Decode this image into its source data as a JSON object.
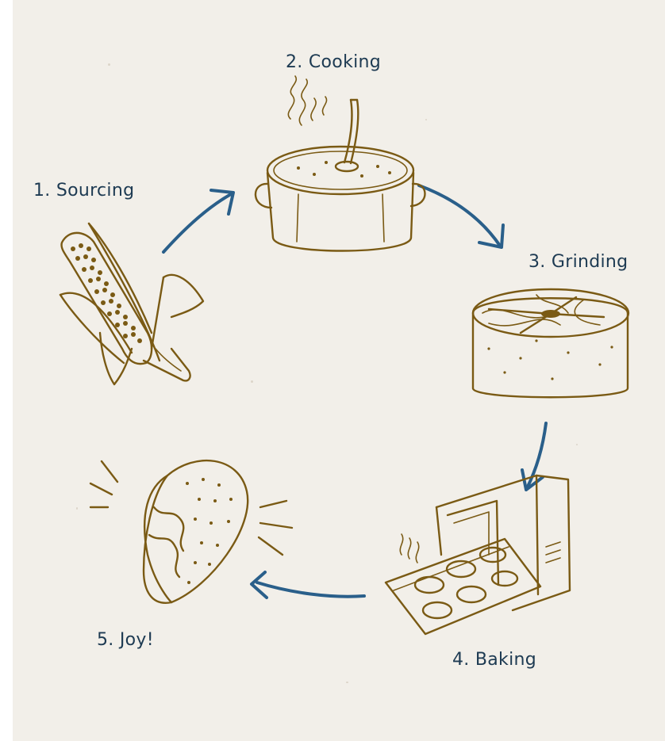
{
  "steps": [
    {
      "label": "1. Sourcing",
      "icon": "corn-icon"
    },
    {
      "label": "2. Cooking",
      "icon": "cooking-pot-icon"
    },
    {
      "label": "3. Grinding",
      "icon": "grinding-stone-icon"
    },
    {
      "label": "4. Baking",
      "icon": "oven-icon"
    },
    {
      "label": "5. Joy!",
      "icon": "taco-icon"
    }
  ],
  "colors": {
    "background": "#f2efe9",
    "illustration": "#7a5a14",
    "arrows": "#2a5f8a",
    "labels": "#1d3a52"
  }
}
